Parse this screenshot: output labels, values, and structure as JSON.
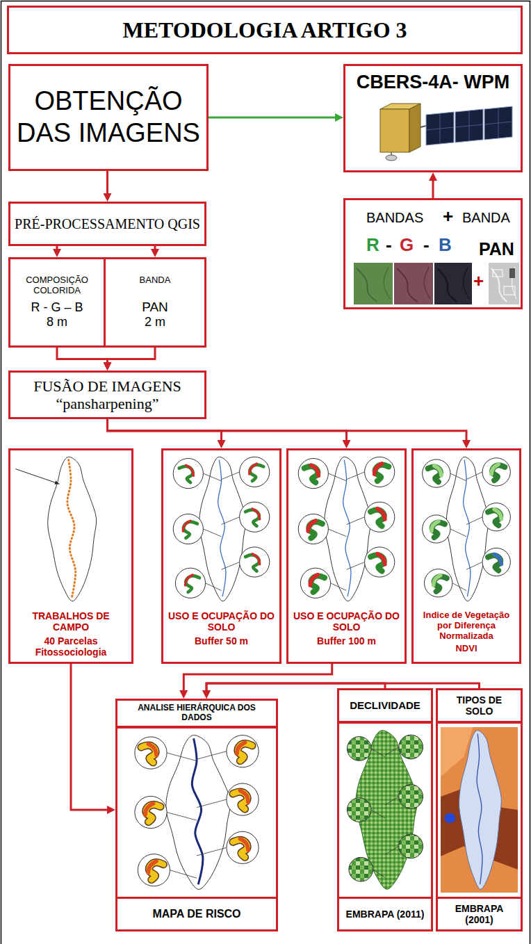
{
  "diagram": {
    "title": "METODOLOGIA ARTIGO 3",
    "nodes": [
      {
        "text": [
          "OBTENÇÃO DAS IMAGENS"
        ]
      },
      {
        "text": [
          "CBERS-4A- WPM"
        ]
      },
      {
        "text": [
          "BANDAS",
          "+",
          "BANDA",
          "R",
          "-",
          "G",
          "-",
          "B",
          "+",
          "PAN"
        ]
      },
      {
        "text": [
          "PRÉ-PROCESSAMENTO QGIS"
        ]
      },
      {
        "text": [
          "COMPOSIÇÃO COLORIDA",
          "R - G – B",
          "8 m"
        ]
      },
      {
        "text": [
          "BANDA",
          "PAN",
          "2 m"
        ]
      },
      {
        "text": [
          "FUSÃO DE IMAGENS",
          "“pansharpening”"
        ]
      },
      {
        "text": [
          "TRABALHOS DE CAMPO",
          "40 Parcelas Fitossociologia"
        ]
      },
      {
        "text": [
          "USO E OCUPAÇÃO DO SOLO",
          "Buffer 50 m"
        ]
      },
      {
        "text": [
          "USO E OCUPAÇÃO DO SOLO",
          "Buffer 100 m"
        ]
      },
      {
        "text": [
          "Indice de Vegetação por Diferença Normalizada",
          "NDVI"
        ]
      },
      {
        "text": [
          "ANALISE HIERÁRQUICA DOS DADOS"
        ]
      },
      {
        "text": [
          "MAPA DE RISCO"
        ]
      },
      {
        "text": [
          "DECLIVIDADE"
        ]
      },
      {
        "text": [
          "EMBRAPA (2011)"
        ]
      },
      {
        "text": [
          "TIPOS DE SOLO"
        ]
      },
      {
        "text": [
          "EMBRAPA (2001)"
        ]
      }
    ],
    "edges": [
      {
        "from": 0,
        "to": 1,
        "arrow": "to"
      },
      {
        "from": 2,
        "to": 1,
        "arrow": "to"
      },
      {
        "from": 0,
        "to": 3,
        "arrow": "to"
      },
      {
        "from": 3,
        "to": 4,
        "arrow": "to"
      },
      {
        "from": 3,
        "to": 5,
        "arrow": "to"
      },
      {
        "from": 4,
        "to": 6,
        "arrow": "to"
      },
      {
        "from": 5,
        "to": 6,
        "arrow": "to"
      },
      {
        "from": 6,
        "to": 8,
        "arrow": "to"
      },
      {
        "from": 6,
        "to": 9,
        "arrow": "to"
      },
      {
        "from": 6,
        "to": 10,
        "arrow": "to"
      },
      {
        "from": 7,
        "to": 12,
        "arrow": "to"
      },
      {
        "from": 9,
        "to": 11,
        "arrow": "to"
      },
      {
        "from": 13,
        "to": 11,
        "arrow": "to"
      },
      {
        "from": 15,
        "to": 11,
        "arrow": "to"
      }
    ]
  }
}
